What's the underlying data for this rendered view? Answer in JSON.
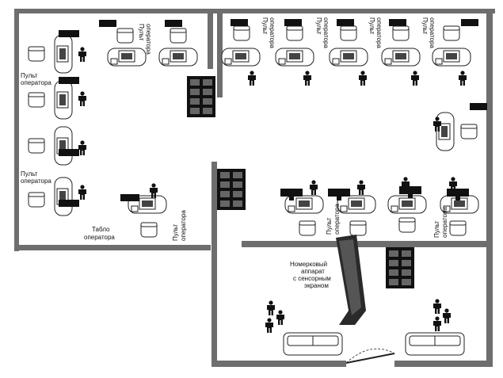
{
  "labels": {
    "operator_console": [
      "Пульт",
      "оператора"
    ],
    "display_board": [
      "Табло",
      "оператора"
    ],
    "ticket_machine": [
      "Номерковый",
      "аппарат",
      "с сенсорным",
      "экраном"
    ]
  },
  "colors": {
    "wall": "#6e6e6e",
    "ink": "#111111",
    "paper": "#ffffff"
  },
  "icons": [
    "operator-desk-icon",
    "chair-icon",
    "person-icon",
    "display-board-icon",
    "monitor-icon",
    "ticket-kiosk-icon",
    "sofa-icon",
    "door-icon",
    "cabinet-icon"
  ]
}
